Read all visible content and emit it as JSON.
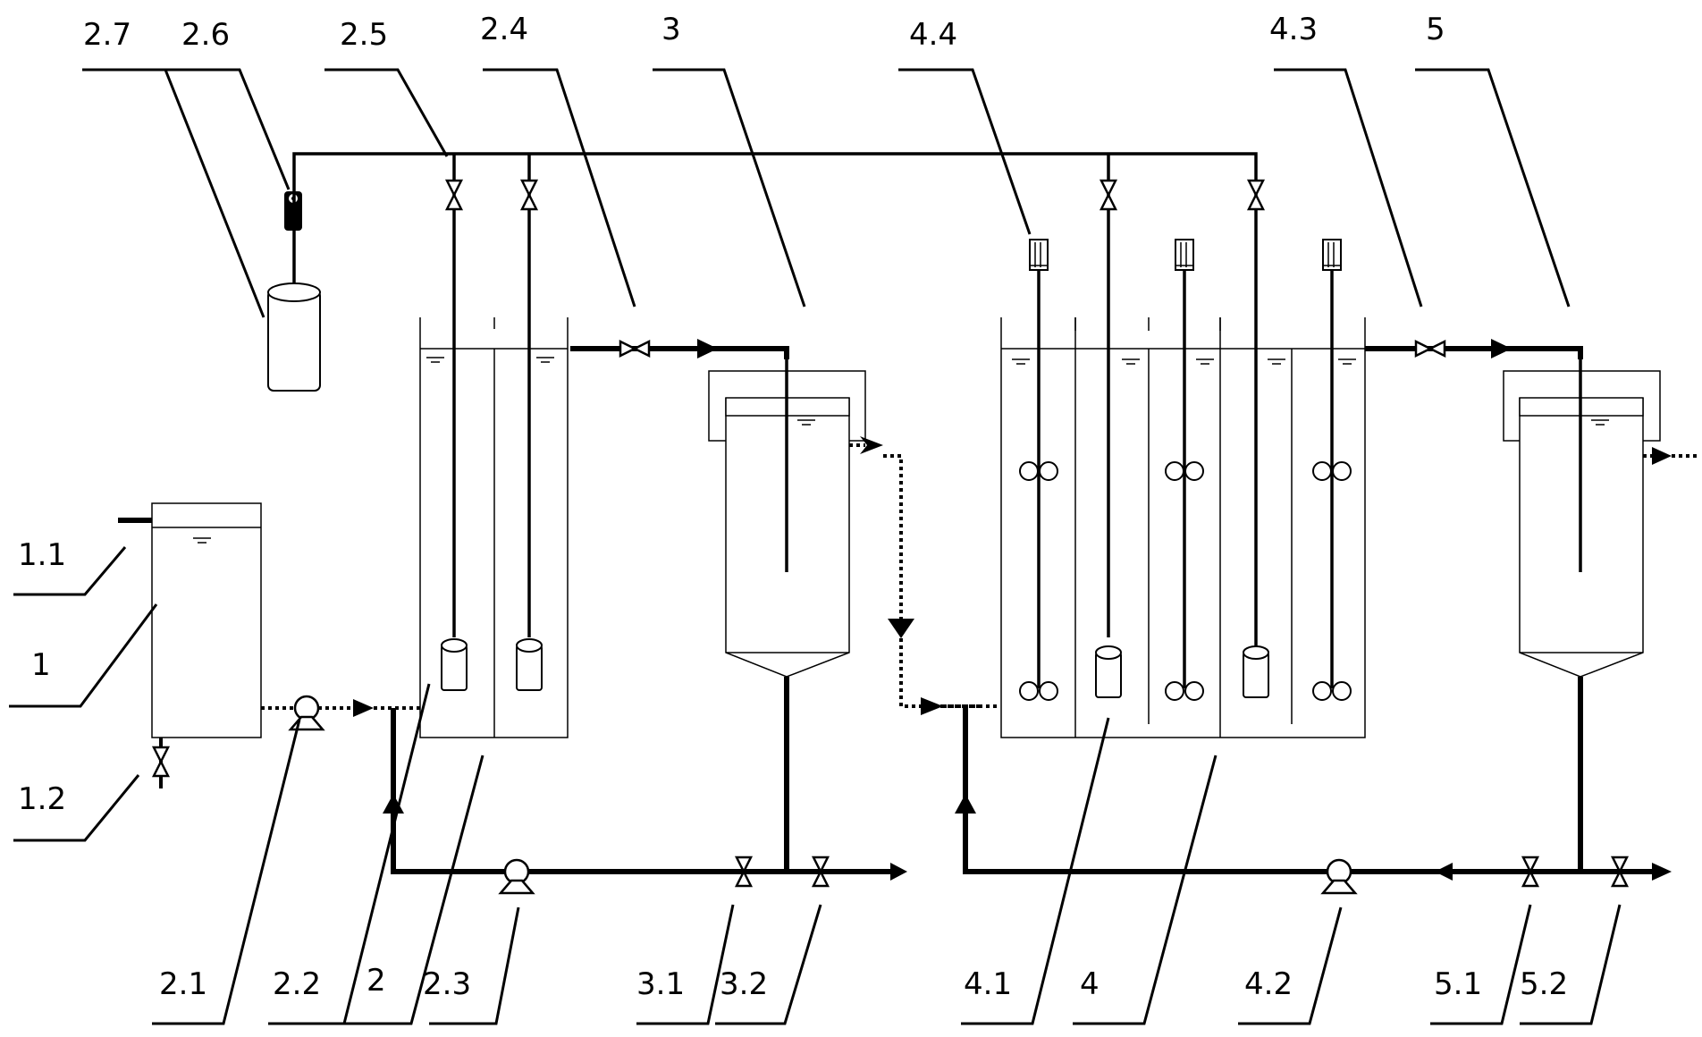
{
  "labels": {
    "l_2_7": "2.7",
    "l_2_6": "2.6",
    "l_2_5": "2.5",
    "l_2_4": "2.4",
    "l_3": "3",
    "l_4_4": "4.4",
    "l_4_3": "4.3",
    "l_5": "5",
    "l_1_1": "1.1",
    "l_1": "1",
    "l_1_2": "1.2",
    "l_2_1": "2.1",
    "l_2_2": "2.2",
    "l_2": "2",
    "l_2_3": "2.3",
    "l_3_1": "3.1",
    "l_3_2": "3.2",
    "l_4_1": "4.1",
    "l_4": "4",
    "l_4_2": "4.2",
    "l_5_1": "5.1",
    "l_5_2": "5.2"
  },
  "icons": [
    "valve-icon",
    "pump-icon",
    "stirrer-icon",
    "air-diffuser-icon",
    "flow-arrow-icon",
    "gas-cylinder-icon",
    "gas-filter-icon",
    "water-level-icon"
  ]
}
